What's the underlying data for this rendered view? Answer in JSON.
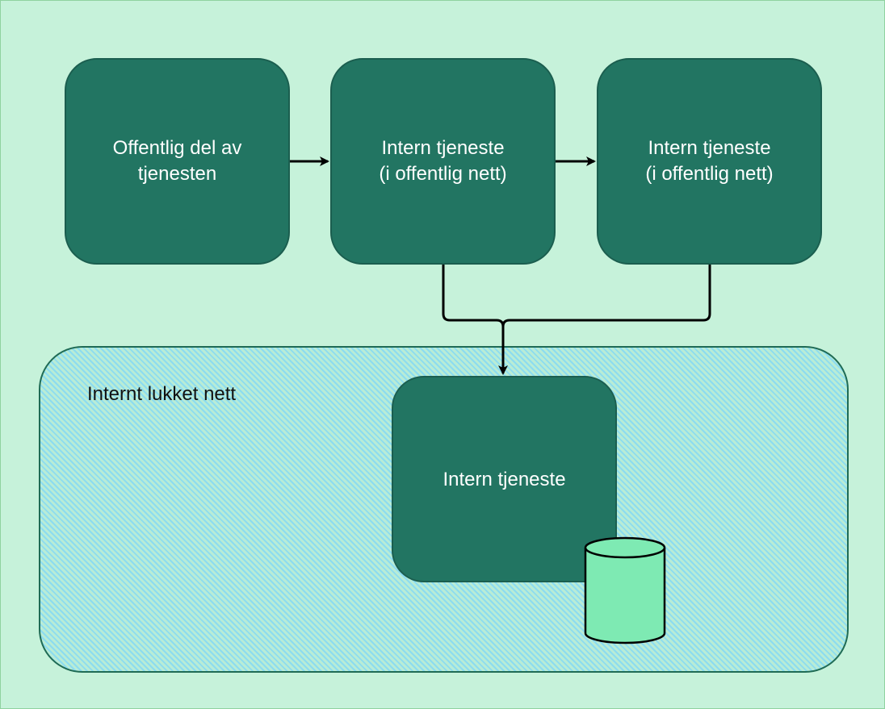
{
  "nodes": {
    "public_service": {
      "label_line1": "Offentlig del av",
      "label_line2": "tjenesten"
    },
    "internal_service_1": {
      "label_line1": "Intern tjeneste",
      "label_line2": "(i offentlig nett)"
    },
    "internal_service_2": {
      "label_line1": "Intern tjeneste",
      "label_line2": "(i offentlig nett)"
    },
    "internal_service_closed": {
      "label": "Intern tjeneste"
    }
  },
  "zones": {
    "closed_network": {
      "label": "Internt lukket nett"
    }
  },
  "colors": {
    "page_background": "#c6f2da",
    "node_fill": "#227562",
    "node_text": "#ffffff",
    "zone_hatch_blue": "#8cdcf0",
    "zone_hatch_green": "#b8ecd6",
    "database_fill": "#7eeab3",
    "edge_stroke": "#000000"
  },
  "icons": {
    "database": "database-cylinder-icon",
    "arrow": "arrowhead-icon"
  }
}
